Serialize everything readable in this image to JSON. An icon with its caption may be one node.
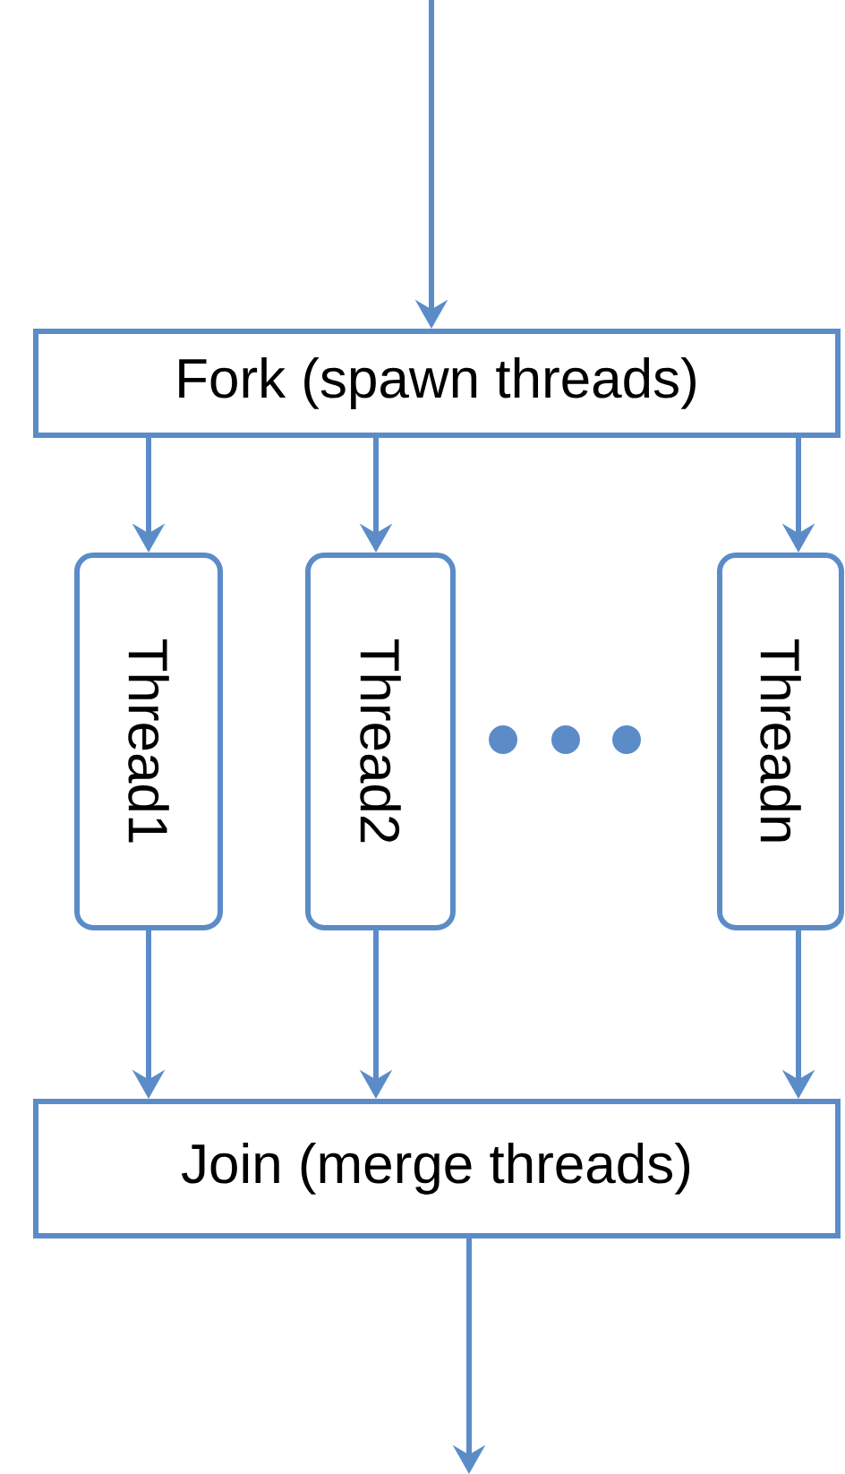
{
  "diagram": {
    "nodes": [
      {
        "text": [
          "Fork (spawn threads)"
        ]
      },
      {
        "text": [
          "Thread1"
        ]
      },
      {
        "text": [
          "Thread2"
        ]
      },
      {
        "text": [
          "Threadn"
        ]
      },
      {
        "text": [
          "Join (merge threads)"
        ]
      }
    ],
    "edges": [
      {
        "from": null,
        "to": 0,
        "arrow": "to"
      },
      {
        "from": 0,
        "to": 1,
        "arrow": "to"
      },
      {
        "from": 0,
        "to": 2,
        "arrow": "to"
      },
      {
        "from": 0,
        "to": 3,
        "arrow": "to"
      },
      {
        "from": 1,
        "to": 4,
        "arrow": "to"
      },
      {
        "from": 2,
        "to": 4,
        "arrow": "to"
      },
      {
        "from": 3,
        "to": 4,
        "arrow": "to"
      },
      {
        "from": 4,
        "to": null,
        "arrow": "to"
      }
    ]
  }
}
